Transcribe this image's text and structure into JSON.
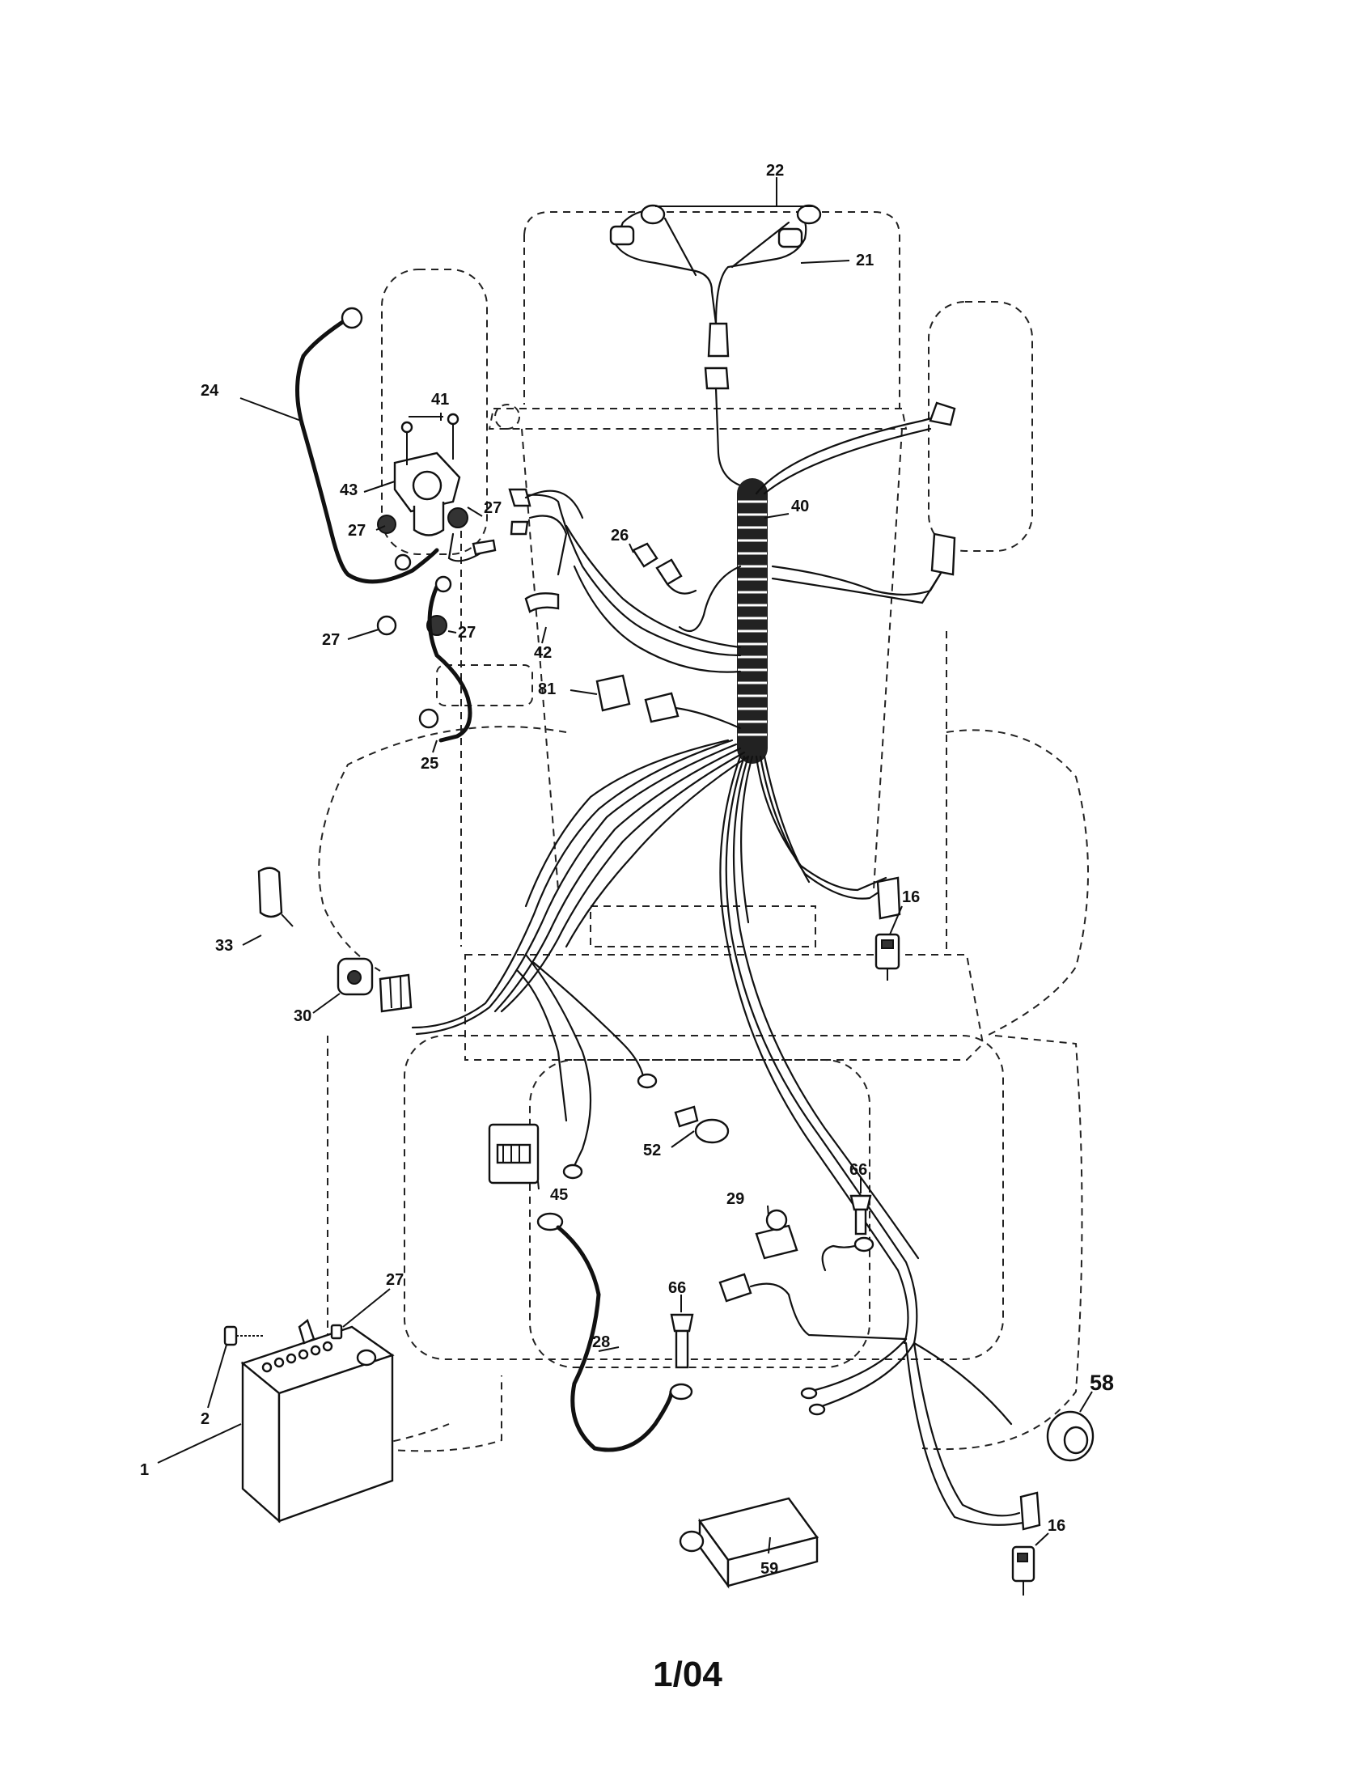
{
  "diagram": {
    "callouts": {
      "c1": "1",
      "c2": "2",
      "c16a": "16",
      "c16b": "16",
      "c21": "21",
      "c22": "22",
      "c24": "24",
      "c25": "25",
      "c26": "26",
      "c27a": "27",
      "c27b": "27",
      "c27c": "27",
      "c27d": "27",
      "c27e": "27",
      "c28": "28",
      "c29": "29",
      "c30": "30",
      "c33": "33",
      "c40": "40",
      "c41": "41",
      "c42": "42",
      "c43": "43",
      "c45": "45",
      "c52": "52",
      "c58": "58",
      "c59": "59",
      "c66a": "66",
      "c66b": "66",
      "c81": "81"
    }
  },
  "footer": {
    "page_number": "1/04"
  }
}
